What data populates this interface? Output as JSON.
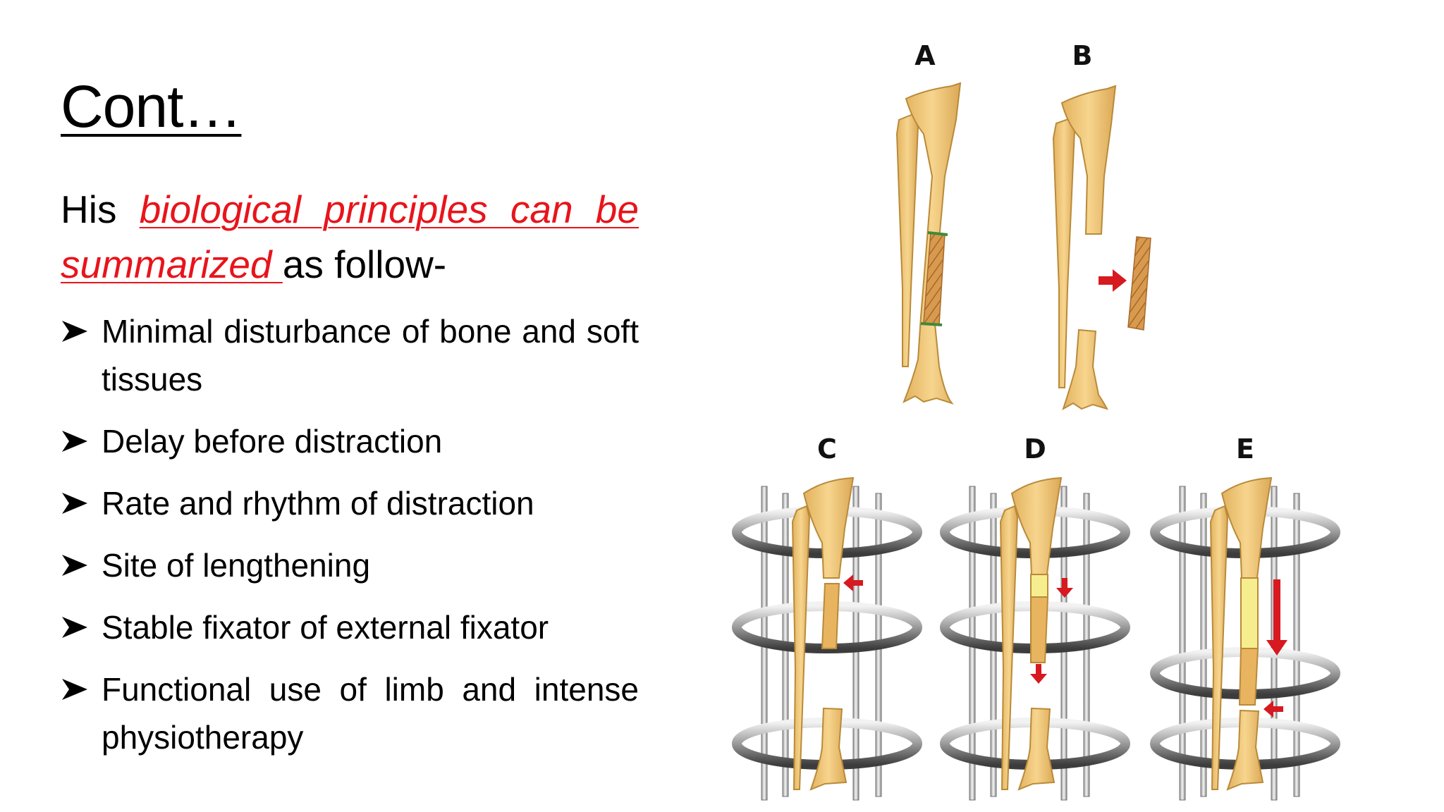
{
  "slide": {
    "title": "Cont…",
    "intro": {
      "lead": "His ",
      "emphasis": "biological principles can be summarized ",
      "tail": "as follow-"
    },
    "bullets": [
      {
        "text": "Minimal disturbance of bone and soft tissues"
      },
      {
        "text": "Delay before distraction"
      },
      {
        "text": "Rate and rhythm of distraction"
      },
      {
        "text": "Site of lengthening"
      },
      {
        "text": "Stable fixator of external fixator"
      },
      {
        "text": "Functional use of limb and intense physiotherapy"
      }
    ],
    "bullet_icon": "arrowhead-bullet-icon",
    "figure": {
      "panel_labels": [
        "A",
        "B",
        "C",
        "D",
        "E"
      ]
    },
    "colors": {
      "emphasis": "#e8141b",
      "bone": "#f3c979",
      "bone_outline": "#b98a3a",
      "graft": "#c98b3f",
      "regenerate": "#f6ee8e",
      "arrow": "#d71920",
      "frame_metal": "#8c8c8c"
    }
  }
}
